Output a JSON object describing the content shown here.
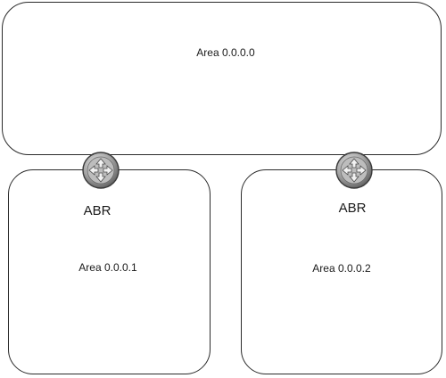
{
  "areas": {
    "backbone": {
      "label": "Area 0.0.0.0"
    },
    "area1": {
      "label": "Area  0.0.0.1"
    },
    "area2": {
      "label": "Area 0.0.0.2"
    }
  },
  "routers": [
    {
      "label": "ABR",
      "icon": "router-icon"
    },
    {
      "label": "ABR",
      "icon": "router-icon"
    }
  ],
  "colors": {
    "outline": "#2b2b2b",
    "router_fill_light": "#d8d8d8",
    "router_fill_dark": "#6a6a6a"
  }
}
